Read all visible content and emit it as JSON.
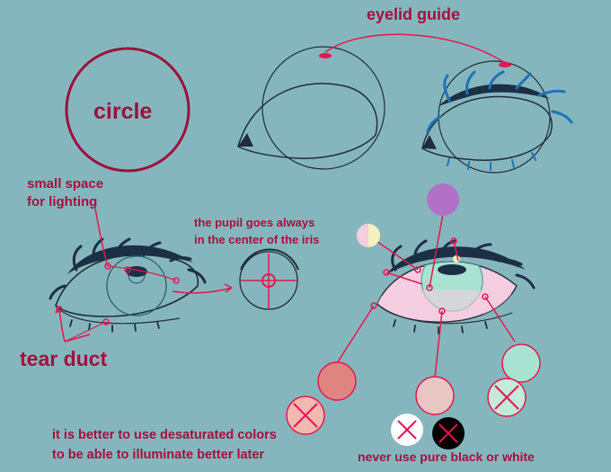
{
  "labels": {
    "eyelid_guide": "eyelid guide",
    "circle": "circle",
    "small_space_line1": "small space",
    "small_space_line2": "for lighting",
    "pupil_line1": "the pupil goes always",
    "pupil_line2": "in the center of the iris",
    "tear_duct": "tear duct",
    "desaturated_line1": "it is better to use desaturated colors",
    "desaturated_line2": "to be able to illuminate better later",
    "never_black_white": "never use pure black or white"
  },
  "colors": {
    "background": "#86b6bd",
    "annotation": "#e3174f",
    "text": "#a3103f",
    "line_art": "#1f2d38",
    "lash_fill": "#1b2f45",
    "lash_blue": "#1e73b5",
    "swatch_purple": "#b171c7",
    "swatch_yellow": "#f4f0c0",
    "swatch_pink_lilac": "#f4cde0",
    "swatch_mint": "#a8e3d2",
    "swatch_salmon": "#e08480",
    "swatch_peach": "#f2b9b1",
    "swatch_rose": "#e8c6c4",
    "swatch_pale_green": "#c4ead9",
    "swatch_white": "#ffffff",
    "swatch_black": "#000000"
  },
  "swatches": [
    {
      "name": "purple-swatch",
      "color": "#b171c7"
    },
    {
      "name": "yellow-pink-swatch",
      "color": "#f4f0c0"
    },
    {
      "name": "pink-lilac-swatch",
      "color": "#f4cde0"
    },
    {
      "name": "mint-swatch",
      "color": "#a8e3d2"
    },
    {
      "name": "salmon-swatch",
      "color": "#e08480"
    },
    {
      "name": "peach-swatch-crossed",
      "color": "#f2b9b1"
    },
    {
      "name": "rose-swatch",
      "color": "#e8c6c4"
    },
    {
      "name": "pale-green-swatch-crossed",
      "color": "#c4ead9"
    },
    {
      "name": "white-swatch-crossed",
      "color": "#ffffff"
    },
    {
      "name": "black-swatch-crossed",
      "color": "#000000"
    }
  ]
}
